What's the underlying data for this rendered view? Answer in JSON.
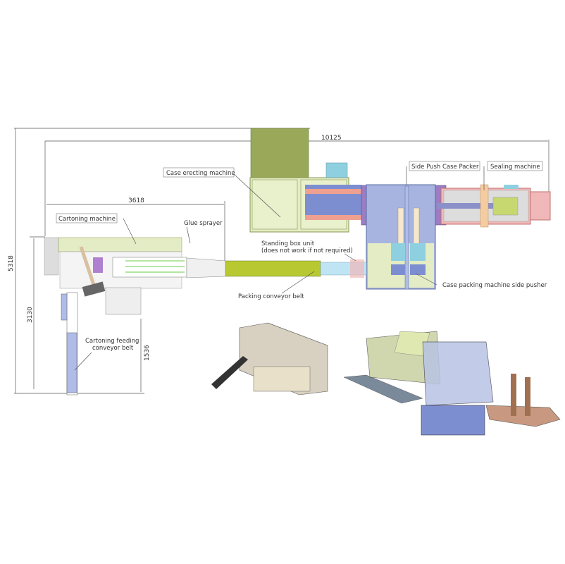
{
  "dimensions": {
    "total_length": "10125",
    "cartoning_length": "3618",
    "total_height": "5318",
    "cartoning_height": "3130",
    "feeding_offset": "1536"
  },
  "labels": {
    "case_erecting": "Case erecting machine",
    "side_push": "Side Push Case Packer",
    "sealing": "Sealing machine",
    "cartoning": "Cartoning machine",
    "glue": "Glue sprayer",
    "standing_box_1": "Standing box unit",
    "standing_box_2": "(does not work if not required)",
    "packing_conveyor": "Packing conveyor belt",
    "side_pusher": "Case packing machine side pusher",
    "feeding_1": "Cartoning feeding",
    "feeding_2": "conveyor belt"
  },
  "colors": {
    "olive": "#9aa85a",
    "light_green": "#e3ecc4",
    "blue": "#a8b4e0",
    "purple": "#9c7cc4",
    "pink": "#f0b8b8",
    "cyan": "#8fd0e0",
    "yellow_green": "#b8c830"
  }
}
